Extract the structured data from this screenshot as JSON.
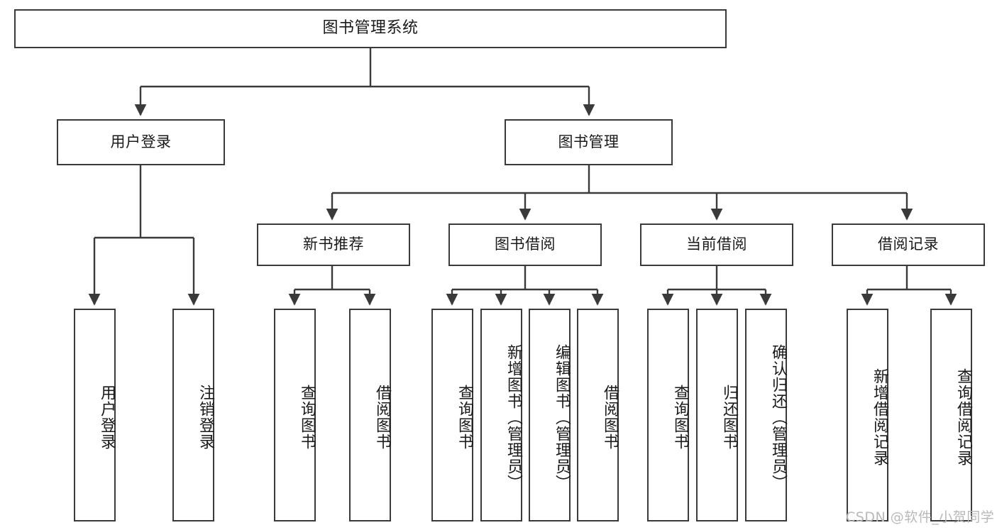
{
  "diagram": {
    "title": "图书管理系统",
    "type": "hierarchy-tree",
    "orientation": "top-down",
    "root": {
      "id": "root",
      "label": "图书管理系统"
    },
    "level2": [
      {
        "id": "user-login",
        "label": "用户登录"
      },
      {
        "id": "book-manage",
        "label": "图书管理"
      }
    ],
    "level3": [
      {
        "id": "new-book-rec",
        "label": "新书推荐",
        "parent": "book-manage"
      },
      {
        "id": "book-borrow",
        "label": "图书借阅",
        "parent": "book-manage"
      },
      {
        "id": "current-borrow",
        "label": "当前借阅",
        "parent": "book-manage"
      },
      {
        "id": "borrow-record",
        "label": "借阅记录",
        "parent": "book-manage"
      }
    ],
    "leaves": [
      {
        "id": "leaf-user-login",
        "label": "用户登录",
        "parent": "user-login"
      },
      {
        "id": "leaf-logout-login",
        "label": "注销登录",
        "parent": "user-login"
      },
      {
        "id": "leaf-query-book-1",
        "label": "查询图书",
        "parent": "new-book-rec"
      },
      {
        "id": "leaf-borrow-book-1",
        "label": "借阅图书",
        "parent": "new-book-rec"
      },
      {
        "id": "leaf-query-book-2",
        "label": "查询图书",
        "parent": "book-borrow"
      },
      {
        "id": "leaf-add-book",
        "label": "新增图书（管理员）",
        "parent": "book-borrow"
      },
      {
        "id": "leaf-edit-book",
        "label": "编辑图书（管理员）",
        "parent": "book-borrow"
      },
      {
        "id": "leaf-borrow-book-2",
        "label": "借阅图书",
        "parent": "book-borrow"
      },
      {
        "id": "leaf-query-book-3",
        "label": "查询图书",
        "parent": "current-borrow"
      },
      {
        "id": "leaf-return-book",
        "label": "归还图书",
        "parent": "current-borrow"
      },
      {
        "id": "leaf-confirm-return",
        "label": "确认归还（管理员）",
        "parent": "current-borrow"
      },
      {
        "id": "leaf-add-record",
        "label": "新增借阅记录",
        "parent": "borrow-record"
      },
      {
        "id": "leaf-query-record",
        "label": "查询借阅记录",
        "parent": "borrow-record"
      }
    ],
    "colors": {
      "stroke": "#3a3a3a",
      "fill": "#ffffff",
      "text": "#1a1a1a",
      "watermark": "#b9b9b9"
    }
  },
  "watermark": {
    "text": "CSDN @软件_小贺同学"
  }
}
